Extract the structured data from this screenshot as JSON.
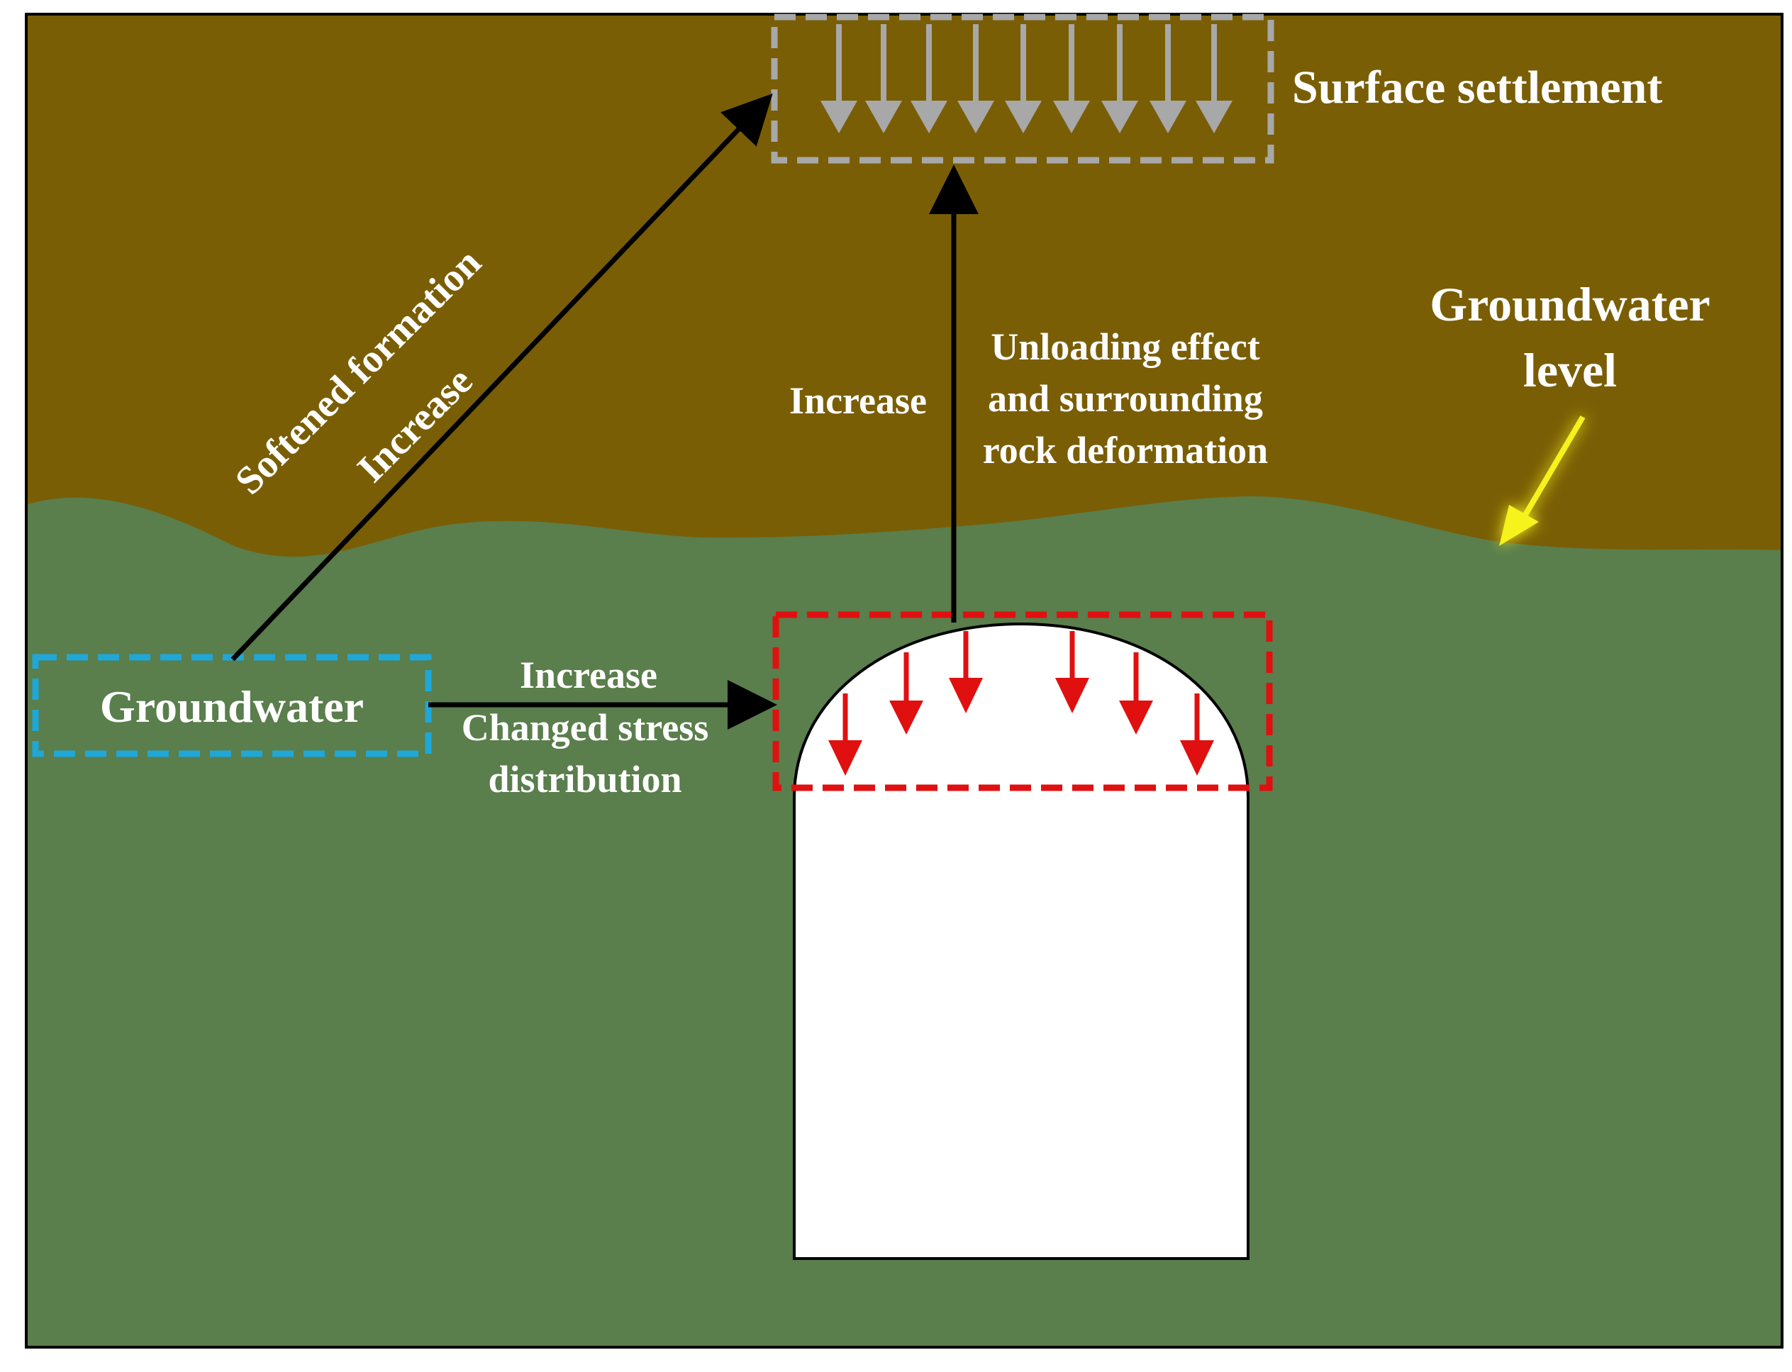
{
  "colors": {
    "soil": "#7a5e05",
    "rock": "#5a7e4c",
    "tunnel": "#ffffff",
    "frame": "#000000",
    "text": "#ffffff",
    "settlement_box": "#a8a8a8",
    "settlement_arrow": "#a8a8a8",
    "groundwater_box": "#1fa7d8",
    "stress_box": "#e01010",
    "stress_arrow": "#e01010",
    "level_pointer": "#f5f21a",
    "flow_arrow": "#000000"
  },
  "labels": {
    "surface_settlement": "Surface settlement",
    "groundwater_level_line1": "Groundwater",
    "groundwater_level_line2": "level",
    "groundwater": "Groundwater",
    "softened_formation": "Softened formation",
    "increase_diagonal": "Increase",
    "increase_vertical": "Increase",
    "unloading_line1": "Unloading effect",
    "unloading_line2": "and surrounding",
    "unloading_line3": "rock deformation",
    "increase_horizontal": "Increase",
    "stress_line1": "Changed stress",
    "stress_line2": "distribution"
  },
  "icons": {
    "settlement_arrows": "down-arrow-icon",
    "crown_pressure_arrows": "down-arrow-icon",
    "groundwater_level_pointer": "arrow-icon"
  }
}
